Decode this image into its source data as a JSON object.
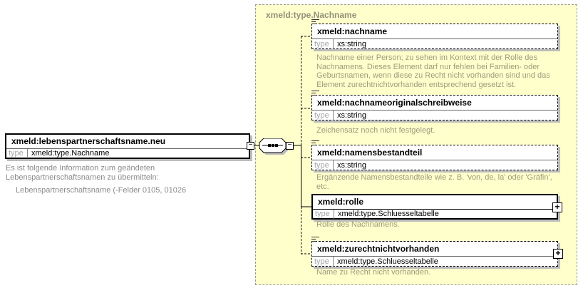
{
  "colors": {
    "container_fill": "#ffffcc",
    "container_border": "#9a9a9a",
    "container_title": "#90907a",
    "box_border": "#000000",
    "box_shadow": "#bdbdbd",
    "type_label_gray": "#a6a6a6",
    "annotation_gray": "#8b8b8b"
  },
  "root_element": {
    "title": "xmeld:lebenspartnerschaftsname.neu",
    "type_label": "type",
    "type_value": "xmeld:type.Nachname",
    "annotation_1": "Es ist folgende Information zum geändeten Lebenspartnerschaftsnamen zu übermitteln:",
    "annotation_2": "Lebenspartnerschaftsname (-Felder 0105, 01026",
    "collapse_symbol": "−"
  },
  "compositor": {
    "kind": "sequence",
    "collapse_symbol": "−"
  },
  "container": {
    "title": "xmeld:type.Nachname",
    "children": [
      {
        "name": "xmeld:nachname",
        "type_label": "type",
        "type_value": "xs:string",
        "optional": true,
        "annotation": "Nachname einer Person; zu sehen im Kontext mit der Rolle des Nachnamens. Dieses Element darf nur fehlen bei Familien- oder Geburtsnamen, wenn diese zu Recht nicht vorhanden sind und das Element zurechtnichtvorhanden entsprechend gesetzt ist."
      },
      {
        "name": "xmeld:nachnameoriginalschreibweise",
        "type_label": "type",
        "type_value": "xs:string",
        "optional": true,
        "annotation": "Zeichensatz noch nicht festgelegt."
      },
      {
        "name": "xmeld:namensbestandteil",
        "type_label": "type",
        "type_value": "xs:string",
        "optional": true,
        "annotation": "Ergänzende Namensbestandteile wie z. B. 'von, de, la' oder 'Gräfin', etc."
      },
      {
        "name": "xmeld:rolle",
        "type_label": "type",
        "type_value": "xmeld:type.Schluesseltabelle",
        "optional": false,
        "expand_symbol": "+",
        "annotation": "Rolle des Nachnamens."
      },
      {
        "name": "xmeld:zurechtnichtvorhanden",
        "type_label": "type",
        "type_value": "xmeld:type.Schluesseltabelle",
        "optional": true,
        "expand_symbol": "+",
        "annotation": "Name zu Recht nicht vorhanden."
      }
    ]
  }
}
